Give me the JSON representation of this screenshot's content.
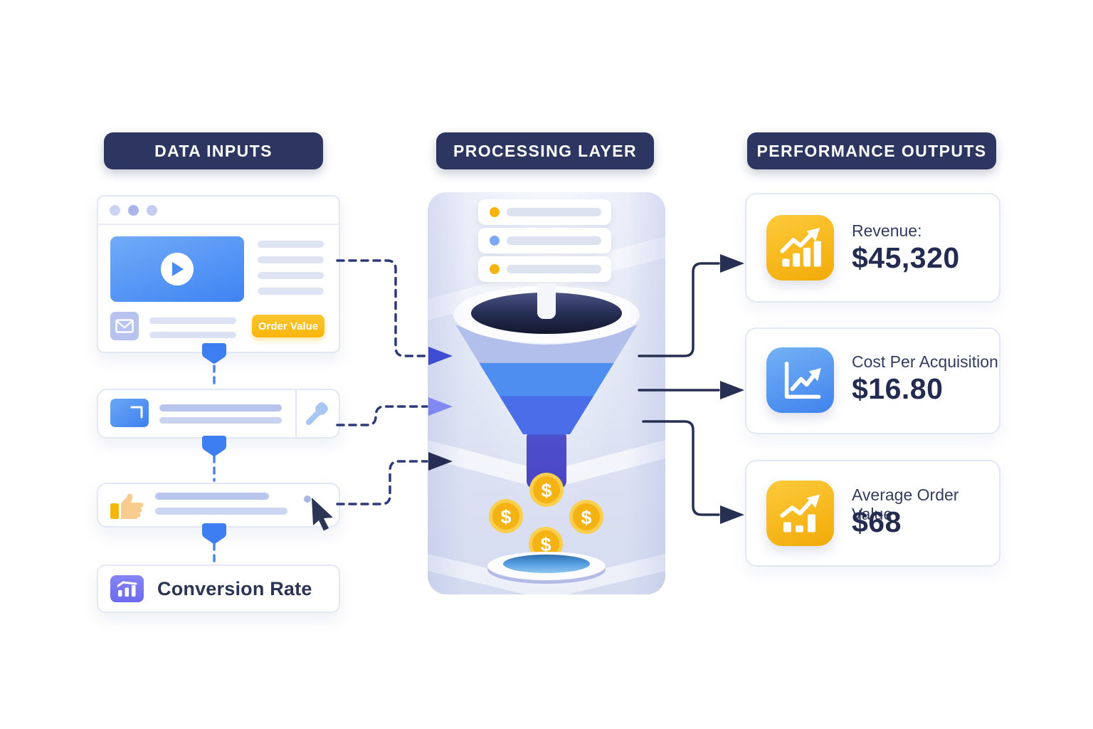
{
  "headers": {
    "inputs": "DATA INPUTS",
    "processing": "PROCESSING LAYER",
    "outputs": "PERFORMANCE OUTPUTS"
  },
  "inputs": {
    "browser_card": {
      "order_value_button": "Order Value"
    },
    "conversion_card": {
      "label": "Conversion Rate"
    }
  },
  "processing": {
    "coin_symbol": "$"
  },
  "outputs": {
    "cards": [
      {
        "label": "Revenue:",
        "value": "$45,320",
        "icon": "bar-chart-growth-icon",
        "accent": "#f8b81c"
      },
      {
        "label": "Cost Per Acquisition",
        "value": "$16.80",
        "icon": "line-chart-growth-icon",
        "accent": "#57a0f0"
      },
      {
        "label": "Average Order Value",
        "value": "$68",
        "icon": "bar-chart-growth-icon",
        "accent": "#f8b81c"
      }
    ]
  },
  "colors": {
    "header_bg": "#2d3661",
    "accent_blue": "#3d7ff2",
    "accent_yellow": "#fbbc18",
    "accent_purple": "#7b79f2",
    "arrow_navy": "#272f52",
    "dash_navy": "#2e3a78",
    "dash_blue": "#4b84f0"
  }
}
